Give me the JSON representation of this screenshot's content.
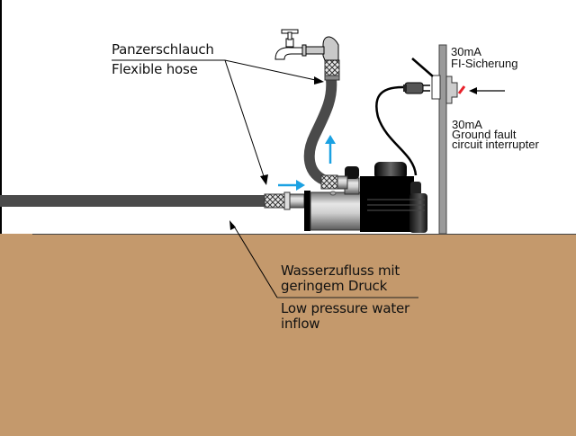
{
  "labels": {
    "hose_de": "Panzerschlauch",
    "hose_en": "Flexible hose",
    "rcd_top_amp": "30mA",
    "rcd_top_de": "FI-Sicherung",
    "rcd_bottom_amp": "30mA",
    "rcd_bottom_en_1": "Ground fault",
    "rcd_bottom_en_2": "circuit interrupter",
    "inflow_de_1": "Wasserzufluss mit",
    "inflow_de_2": "geringem Druck",
    "inflow_en_1": "Low pressure water",
    "inflow_en_2": "inflow"
  },
  "colors": {
    "ground": "#c4996c",
    "hose": "#4a4a4a",
    "flow_arrow": "#1ba1e2",
    "switch_lever": "#e8202a",
    "post": "#9a9a9a",
    "socket": "#cccccc"
  },
  "icons": {
    "tap": "water-tap-icon",
    "plug": "power-plug-icon",
    "pump": "pump-icon",
    "rcd": "ground-fault-breaker-icon"
  }
}
